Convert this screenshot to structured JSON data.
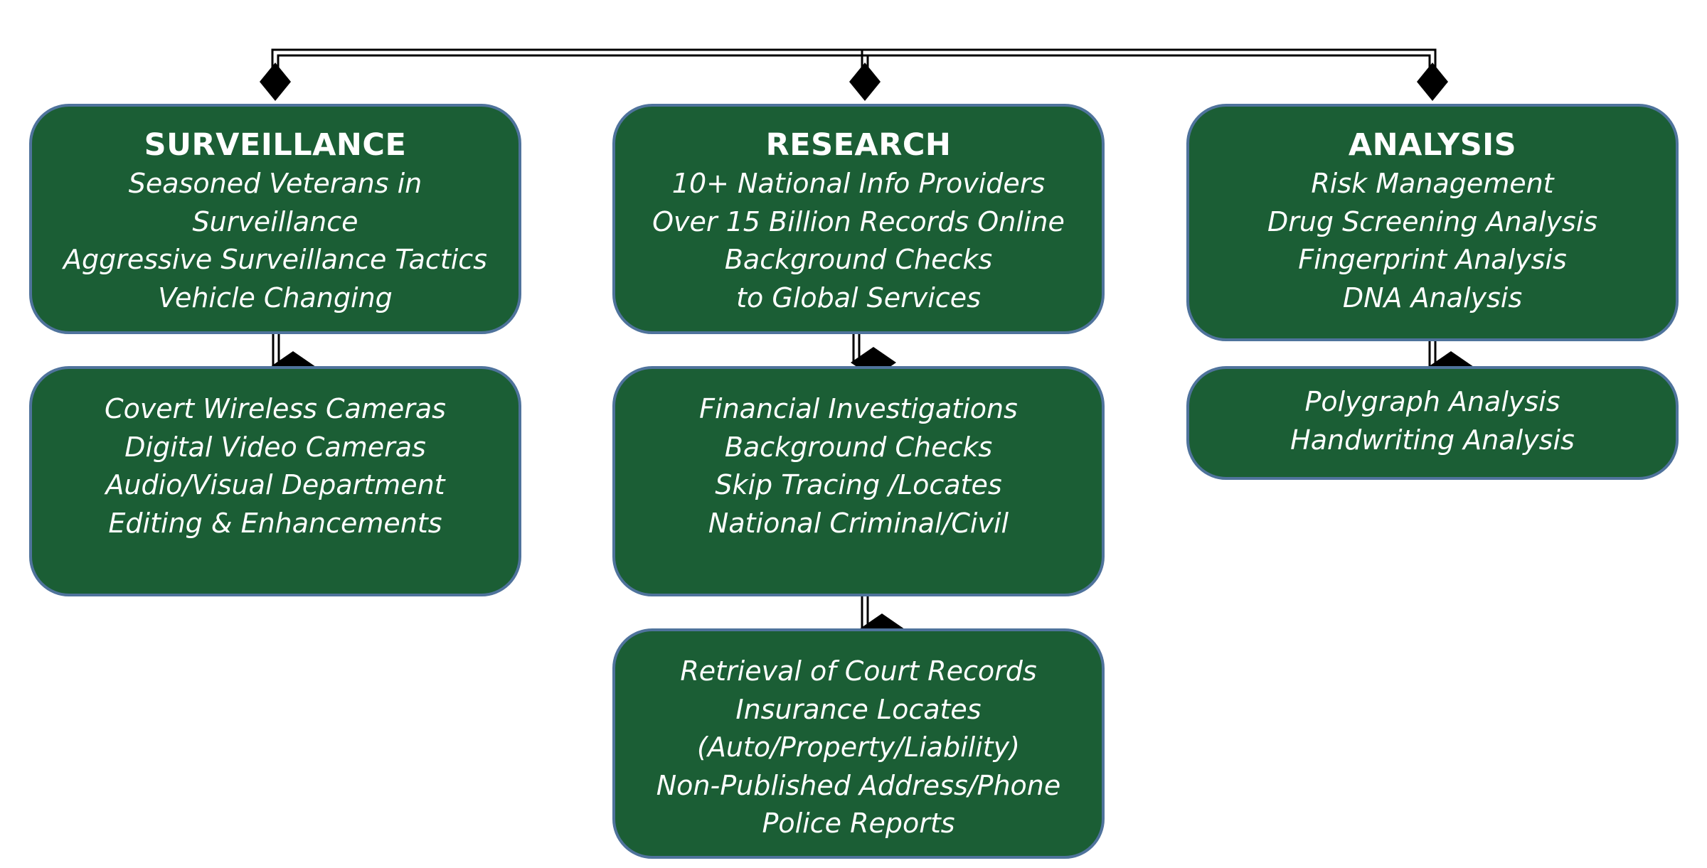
{
  "surveillance": {
    "title": "SURVEILLANCE",
    "lines": [
      "Seasoned Veterans in",
      "Surveillance",
      "Aggressive Surveillance Tactics",
      "Vehicle Changing"
    ],
    "sub": [
      "Covert Wireless Cameras",
      "Digital Video Cameras",
      "Audio/Visual Department",
      "Editing & Enhancements"
    ]
  },
  "research": {
    "title": "RESEARCH",
    "lines": [
      "10+ National Info Providers",
      "Over 15 Billion Records Online",
      "Background Checks",
      "to Global Services"
    ],
    "sub1": [
      "Financial Investigations",
      "Background Checks",
      "Skip Tracing /Locates",
      "National Criminal/Civil"
    ],
    "sub2": [
      "Retrieval of Court Records",
      "Insurance Locates",
      "(Auto/Property/Liability)",
      "Non-Published Address/Phone",
      "Police Reports"
    ]
  },
  "analysis": {
    "title": "ANALYSIS",
    "lines": [
      "Risk Management",
      "Drug Screening Analysis",
      "Fingerprint Analysis",
      "DNA Analysis"
    ],
    "sub": [
      "Polygraph Analysis",
      "Handwriting Analysis"
    ]
  },
  "colors": {
    "box_fill": "#1b5e35",
    "box_border": "#4f739c",
    "text": "#ffffff",
    "connector": "#000000"
  }
}
